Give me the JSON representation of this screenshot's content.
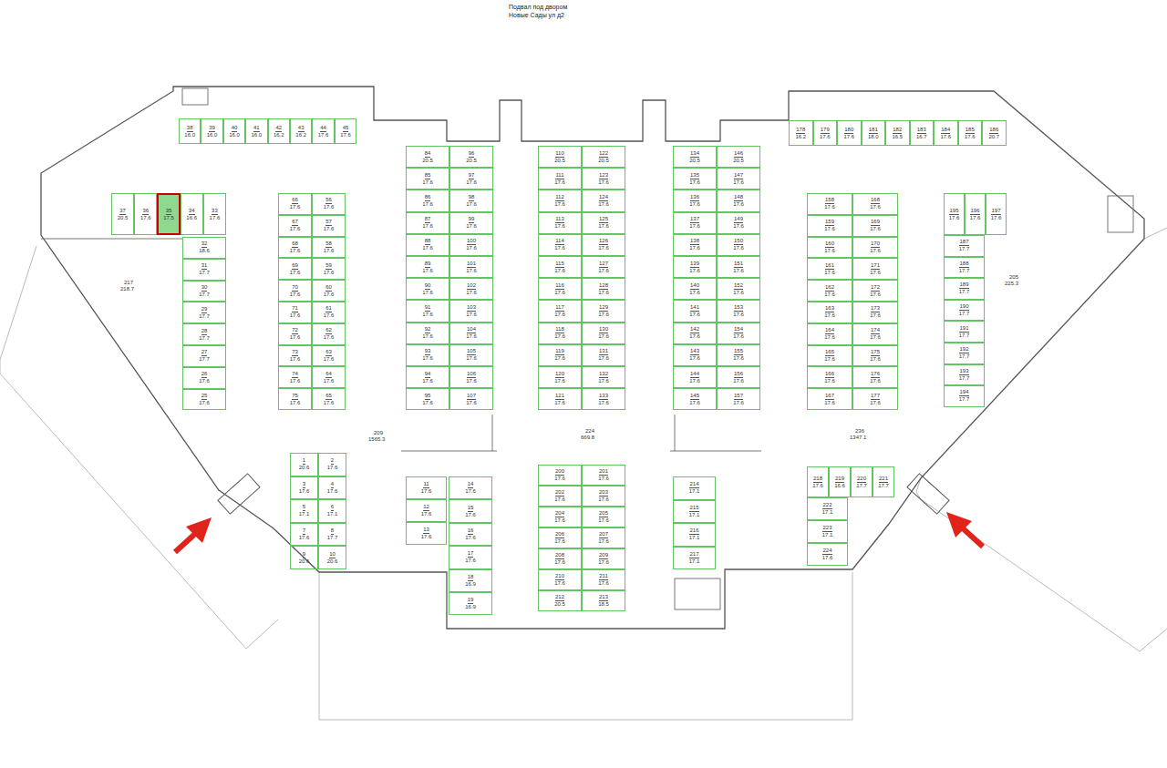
{
  "diagram": {
    "title": "Подвал под двором",
    "nodes": [
      {
        "text": [
          "38",
          "16.0"
        ]
      },
      {
        "text": [
          "39",
          "16.0"
        ]
      },
      {
        "text": [
          "40",
          "16.0"
        ]
      },
      {
        "text": [
          "41",
          "16.0"
        ]
      },
      {
        "text": [
          "42",
          "16.2"
        ]
      },
      {
        "text": [
          "43",
          "16.2"
        ]
      },
      {
        "text": [
          "44",
          "17.6"
        ]
      },
      {
        "text": [
          "45",
          "17.6"
        ]
      },
      {
        "text": [
          "37",
          "20.5"
        ]
      },
      {
        "text": [
          "36",
          "17.6"
        ]
      },
      {
        "text": [
          "35",
          "17.5"
        ]
      },
      {
        "text": [
          "34",
          "16.6"
        ]
      },
      {
        "text": [
          "33",
          "17.6"
        ]
      },
      {
        "text": [
          "32",
          "18.6"
        ]
      },
      {
        "text": [
          "31",
          "17.7"
        ]
      },
      {
        "text": [
          "30",
          "17.7"
        ]
      },
      {
        "text": [
          "29",
          "17.7"
        ]
      },
      {
        "text": [
          "28",
          "17.7"
        ]
      },
      {
        "text": [
          "27",
          "17.7"
        ]
      },
      {
        "text": [
          "26",
          "17.6"
        ]
      },
      {
        "text": [
          "25",
          "17.6"
        ]
      },
      {
        "text": [
          "66",
          "17.6"
        ]
      },
      {
        "text": [
          "56",
          "17.6"
        ]
      },
      {
        "text": [
          "67",
          "17.6"
        ]
      },
      {
        "text": [
          "57",
          "17.6"
        ]
      },
      {
        "text": [
          "68",
          "17.6"
        ]
      },
      {
        "text": [
          "58",
          "17.6"
        ]
      },
      {
        "text": [
          "69",
          "17.6"
        ]
      },
      {
        "text": [
          "59",
          "17.6"
        ]
      },
      {
        "text": [
          "70",
          "17.6"
        ]
      },
      {
        "text": [
          "60",
          "17.6"
        ]
      },
      {
        "text": [
          "71",
          "17.6"
        ]
      },
      {
        "text": [
          "61",
          "17.6"
        ]
      },
      {
        "text": [
          "72",
          "17.6"
        ]
      },
      {
        "text": [
          "62",
          "17.6"
        ]
      },
      {
        "text": [
          "73",
          "17.6"
        ]
      },
      {
        "text": [
          "63",
          "17.6"
        ]
      },
      {
        "text": [
          "74",
          "17.6"
        ]
      },
      {
        "text": [
          "64",
          "17.6"
        ]
      },
      {
        "text": [
          "75",
          "17.6"
        ]
      },
      {
        "text": [
          "65",
          "17.6"
        ]
      },
      {
        "text": [
          "84",
          "20.5"
        ]
      },
      {
        "text": [
          "96",
          "20.5"
        ]
      },
      {
        "text": [
          "85",
          "17.6"
        ]
      },
      {
        "text": [
          "97",
          "17.6"
        ]
      },
      {
        "text": [
          "86",
          "17.6"
        ]
      },
      {
        "text": [
          "98",
          "17.6"
        ]
      },
      {
        "text": [
          "87",
          "17.6"
        ]
      },
      {
        "text": [
          "99",
          "17.6"
        ]
      },
      {
        "text": [
          "88",
          "17.6"
        ]
      },
      {
        "text": [
          "100",
          "17.6"
        ]
      },
      {
        "text": [
          "89",
          "17.6"
        ]
      },
      {
        "text": [
          "101",
          "17.6"
        ]
      },
      {
        "text": [
          "90",
          "17.6"
        ]
      },
      {
        "text": [
          "102",
          "17.6"
        ]
      },
      {
        "text": [
          "91",
          "17.6"
        ]
      },
      {
        "text": [
          "103",
          "17.6"
        ]
      },
      {
        "text": [
          "92",
          "17.6"
        ]
      },
      {
        "text": [
          "104",
          "17.6"
        ]
      },
      {
        "text": [
          "93",
          "17.6"
        ]
      },
      {
        "text": [
          "105",
          "17.6"
        ]
      },
      {
        "text": [
          "94",
          "17.6"
        ]
      },
      {
        "text": [
          "106",
          "17.6"
        ]
      },
      {
        "text": [
          "95",
          "17.6"
        ]
      },
      {
        "text": [
          "107",
          "17.6"
        ]
      },
      {
        "text": [
          "110",
          "20.5"
        ]
      },
      {
        "text": [
          "122",
          "20.5"
        ]
      },
      {
        "text": [
          "111",
          "17.6"
        ]
      },
      {
        "text": [
          "123",
          "17.6"
        ]
      },
      {
        "text": [
          "112",
          "17.6"
        ]
      },
      {
        "text": [
          "124",
          "17.6"
        ]
      },
      {
        "text": [
          "113",
          "17.6"
        ]
      },
      {
        "text": [
          "125",
          "17.6"
        ]
      },
      {
        "text": [
          "114",
          "17.6"
        ]
      },
      {
        "text": [
          "126",
          "17.6"
        ]
      },
      {
        "text": [
          "115",
          "17.6"
        ]
      },
      {
        "text": [
          "127",
          "17.6"
        ]
      },
      {
        "text": [
          "116",
          "17.6"
        ]
      },
      {
        "text": [
          "128",
          "17.6"
        ]
      },
      {
        "text": [
          "117",
          "17.6"
        ]
      },
      {
        "text": [
          "129",
          "17.6"
        ]
      },
      {
        "text": [
          "118",
          "17.6"
        ]
      },
      {
        "text": [
          "130",
          "17.6"
        ]
      },
      {
        "text": [
          "119",
          "17.6"
        ]
      },
      {
        "text": [
          "131",
          "17.6"
        ]
      },
      {
        "text": [
          "120",
          "17.6"
        ]
      },
      {
        "text": [
          "132",
          "17.6"
        ]
      },
      {
        "text": [
          "121",
          "17.6"
        ]
      },
      {
        "text": [
          "133",
          "17.6"
        ]
      },
      {
        "text": [
          "134",
          "20.5"
        ]
      },
      {
        "text": [
          "146",
          "20.5"
        ]
      },
      {
        "text": [
          "135",
          "17.6"
        ]
      },
      {
        "text": [
          "147",
          "17.6"
        ]
      },
      {
        "text": [
          "136",
          "17.6"
        ]
      },
      {
        "text": [
          "148",
          "17.6"
        ]
      },
      {
        "text": [
          "137",
          "17.6"
        ]
      },
      {
        "text": [
          "149",
          "17.6"
        ]
      },
      {
        "text": [
          "138",
          "17.6"
        ]
      },
      {
        "text": [
          "150",
          "17.6"
        ]
      },
      {
        "text": [
          "139",
          "17.6"
        ]
      },
      {
        "text": [
          "151",
          "17.6"
        ]
      },
      {
        "text": [
          "140",
          "17.6"
        ]
      },
      {
        "text": [
          "152",
          "17.6"
        ]
      },
      {
        "text": [
          "141",
          "17.6"
        ]
      },
      {
        "text": [
          "153",
          "17.6"
        ]
      },
      {
        "text": [
          "142",
          "17.6"
        ]
      },
      {
        "text": [
          "154",
          "17.6"
        ]
      },
      {
        "text": [
          "143",
          "17.6"
        ]
      },
      {
        "text": [
          "155",
          "17.6"
        ]
      },
      {
        "text": [
          "144",
          "17.6"
        ]
      },
      {
        "text": [
          "156",
          "17.6"
        ]
      },
      {
        "text": [
          "145",
          "17.6"
        ]
      },
      {
        "text": [
          "157",
          "17.6"
        ]
      },
      {
        "text": [
          "158",
          "17.6"
        ]
      },
      {
        "text": [
          "168",
          "17.6"
        ]
      },
      {
        "text": [
          "159",
          "17.6"
        ]
      },
      {
        "text": [
          "169",
          "17.6"
        ]
      },
      {
        "text": [
          "160",
          "17.6"
        ]
      },
      {
        "text": [
          "170",
          "17.6"
        ]
      },
      {
        "text": [
          "161",
          "17.6"
        ]
      },
      {
        "text": [
          "171",
          "17.6"
        ]
      },
      {
        "text": [
          "162",
          "17.6"
        ]
      },
      {
        "text": [
          "172",
          "17.6"
        ]
      },
      {
        "text": [
          "163",
          "17.6"
        ]
      },
      {
        "text": [
          "173",
          "17.6"
        ]
      },
      {
        "text": [
          "164",
          "17.6"
        ]
      },
      {
        "text": [
          "174",
          "17.6"
        ]
      },
      {
        "text": [
          "165",
          "17.6"
        ]
      },
      {
        "text": [
          "175",
          "17.6"
        ]
      },
      {
        "text": [
          "166",
          "17.6"
        ]
      },
      {
        "text": [
          "176",
          "17.6"
        ]
      },
      {
        "text": [
          "167",
          "17.6"
        ]
      },
      {
        "text": [
          "177",
          "17.6"
        ]
      },
      {
        "text": [
          "178",
          "16.2"
        ]
      },
      {
        "text": [
          "179",
          "17.6"
        ]
      },
      {
        "text": [
          "180",
          "17.6"
        ]
      },
      {
        "text": [
          "181",
          "18.0"
        ]
      },
      {
        "text": [
          "182",
          "16.5"
        ]
      },
      {
        "text": [
          "183",
          "16.7"
        ]
      },
      {
        "text": [
          "184",
          "17.6"
        ]
      },
      {
        "text": [
          "185",
          "17.6"
        ]
      },
      {
        "text": [
          "186",
          "20.7"
        ]
      },
      {
        "text": [
          "187",
          "17.7"
        ]
      },
      {
        "text": [
          "188",
          "17.7"
        ]
      },
      {
        "text": [
          "189",
          "17.7"
        ]
      },
      {
        "text": [
          "190",
          "17.7"
        ]
      },
      {
        "text": [
          "191",
          "17.7"
        ]
      },
      {
        "text": [
          "192",
          "17.7"
        ]
      },
      {
        "text": [
          "193",
          "17.7"
        ]
      },
      {
        "text": [
          "194",
          "17.7"
        ]
      },
      {
        "text": [
          "195",
          "17.6"
        ]
      },
      {
        "text": [
          "196",
          "17.6"
        ]
      },
      {
        "text": [
          "197",
          "17.6"
        ]
      },
      {
        "text": [
          "1",
          "20.6"
        ]
      },
      {
        "text": [
          "2",
          "17.6"
        ]
      },
      {
        "text": [
          "3",
          "17.6"
        ]
      },
      {
        "text": [
          "4",
          "17.6"
        ]
      },
      {
        "text": [
          "5",
          "17.1"
        ]
      },
      {
        "text": [
          "6",
          "17.1"
        ]
      },
      {
        "text": [
          "7",
          "17.6"
        ]
      },
      {
        "text": [
          "8",
          "17.7"
        ]
      },
      {
        "text": [
          "9",
          "20.6"
        ]
      },
      {
        "text": [
          "10",
          "20.6"
        ]
      },
      {
        "text": [
          "11",
          "17.6"
        ]
      },
      {
        "text": [
          "12",
          "17.6"
        ]
      },
      {
        "text": [
          "13",
          "17.6"
        ]
      },
      {
        "text": [
          "14",
          "17.6"
        ]
      },
      {
        "text": [
          "15",
          "17.6"
        ]
      },
      {
        "text": [
          "16",
          "17.6"
        ]
      },
      {
        "text": [
          "17",
          "17.6"
        ]
      },
      {
        "text": [
          "18",
          "16.9"
        ]
      },
      {
        "text": [
          "19",
          "16.9"
        ]
      },
      {
        "text": [
          "200",
          "17.6"
        ]
      },
      {
        "text": [
          "201",
          "17.6"
        ]
      },
      {
        "text": [
          "202",
          "17.6"
        ]
      },
      {
        "text": [
          "203",
          "17.6"
        ]
      },
      {
        "text": [
          "204",
          "17.6"
        ]
      },
      {
        "text": [
          "205",
          "17.6"
        ]
      },
      {
        "text": [
          "206",
          "17.6"
        ]
      },
      {
        "text": [
          "207",
          "17.6"
        ]
      },
      {
        "text": [
          "208",
          "17.6"
        ]
      },
      {
        "text": [
          "209",
          "17.6"
        ]
      },
      {
        "text": [
          "210",
          "17.6"
        ]
      },
      {
        "text": [
          "211",
          "17.6"
        ]
      },
      {
        "text": [
          "212",
          "20.5"
        ]
      },
      {
        "text": [
          "213",
          "18.5"
        ]
      },
      {
        "text": [
          "214",
          "17.1"
        ]
      },
      {
        "text": [
          "215",
          "17.1"
        ]
      },
      {
        "text": [
          "216",
          "17.1"
        ]
      },
      {
        "text": [
          "217",
          "17.1"
        ]
      },
      {
        "text": [
          "218",
          "17.6"
        ]
      },
      {
        "text": [
          "219",
          "16.6"
        ]
      },
      {
        "text": [
          "220",
          "17.7"
        ]
      },
      {
        "text": [
          "221",
          "17.7"
        ]
      },
      {
        "text": [
          "222",
          "17.1"
        ]
      },
      {
        "text": [
          "223",
          "17.1"
        ]
      },
      {
        "text": [
          "224",
          "17.6"
        ]
      }
    ],
    "labels": [
      "Новые Сады ул д2",
      "217",
      "218.7",
      "209",
      "1565.3",
      "224",
      "669.8",
      "236",
      "1347.1",
      "205",
      "225.3"
    ]
  }
}
